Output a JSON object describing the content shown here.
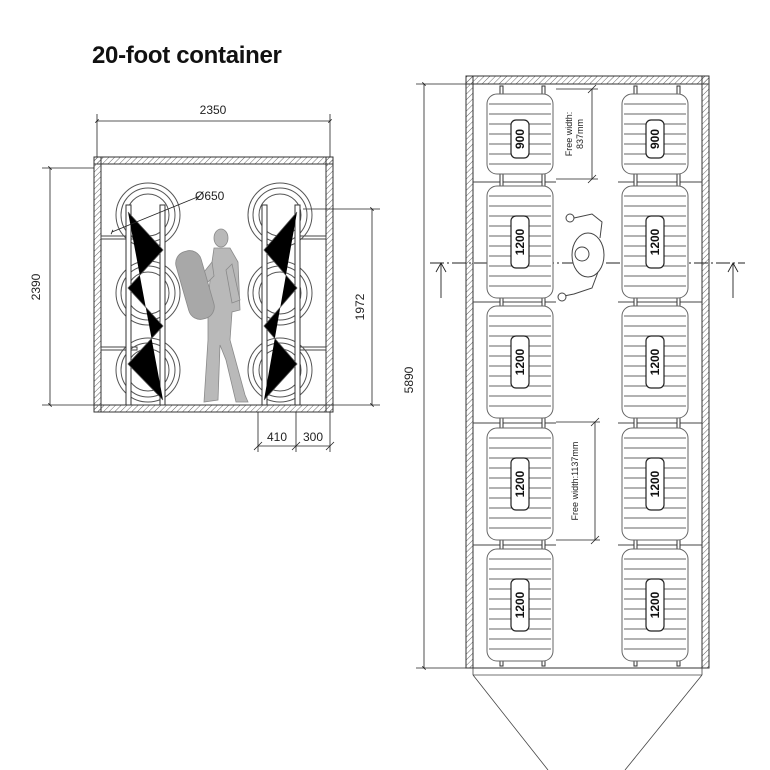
{
  "title": "20-foot container",
  "cross_section": {
    "width_label": "2350",
    "height_label": "2390",
    "tyre_diameter_label": "Ø650",
    "rack_height_label": "1972",
    "rack_depth_label": "410",
    "aisle_label": "300"
  },
  "plan": {
    "length_label": "5890",
    "free_width_top": [
      "Free width:",
      "837mm"
    ],
    "free_width_bottom": "Free width:1137mm",
    "left_rack": [
      "900",
      "1200",
      "1200",
      "1200",
      "1200"
    ],
    "right_rack": [
      "900",
      "1200",
      "1200",
      "1200",
      "1200"
    ]
  },
  "colors": {
    "line": "#333333",
    "tyre": "#6a6a6a",
    "person": "#b9b9b9"
  }
}
